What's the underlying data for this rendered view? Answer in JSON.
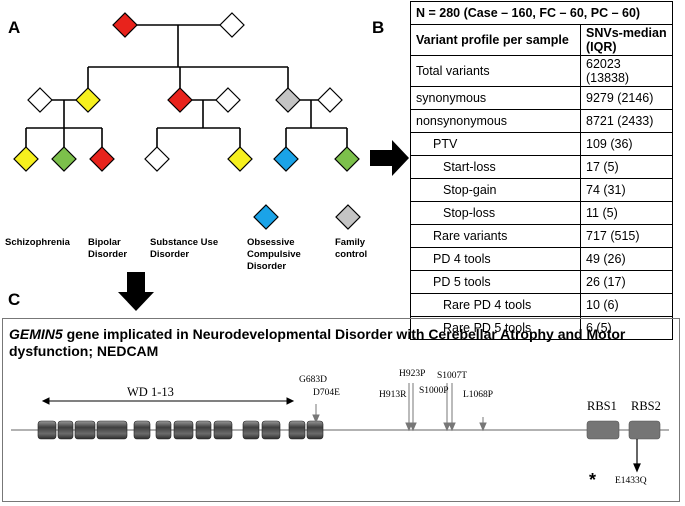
{
  "panel_a": {
    "label": "A",
    "legend": [
      {
        "id": "schizophrenia",
        "lines": [
          "Schizophrenia"
        ],
        "color": "#e8231c"
      },
      {
        "id": "bipolar",
        "lines": [
          "Bipolar",
          "Disorder"
        ],
        "color": "#f6f01e"
      },
      {
        "id": "substance",
        "lines": [
          "Substance Use",
          "Disorder"
        ],
        "color": "#7cc04b"
      },
      {
        "id": "ocd",
        "lines": [
          "Obsessive",
          "Compulsive",
          "Disorder"
        ],
        "color": "#1aa3e8"
      },
      {
        "id": "family",
        "lines": [
          "Family",
          "control"
        ],
        "color": "#c4c4c4"
      }
    ]
  },
  "panel_b": {
    "label": "B",
    "header": "N = 280 (Case – 160, FC – 60, PC – 60)",
    "col1": "Variant profile per sample",
    "col2": "SNVs-median (IQR)",
    "rows": [
      {
        "label": "Total variants",
        "value": "62023 (13838)",
        "indent": 0
      },
      {
        "label": "synonymous",
        "value": "9279 (2146)",
        "indent": 0
      },
      {
        "label": "nonsynonymous",
        "value": "8721 (2433)",
        "indent": 0
      },
      {
        "label": "PTV",
        "value": "109 (36)",
        "indent": 1
      },
      {
        "label": "Start-loss",
        "value": "17 (5)",
        "indent": 2
      },
      {
        "label": "Stop-gain",
        "value": "74 (31)",
        "indent": 2
      },
      {
        "label": "Stop-loss",
        "value": "11 (5)",
        "indent": 2
      },
      {
        "label": "Rare variants",
        "value": "717 (515)",
        "indent": 1
      },
      {
        "label": "PD 4 tools",
        "value": "49 (26)",
        "indent": 1
      },
      {
        "label": "PD 5 tools",
        "value": "26 (17)",
        "indent": 1
      },
      {
        "label": "Rare PD 4 tools",
        "value": "10 (6)",
        "indent": 2
      },
      {
        "label": "Rare PD 5 tools",
        "value": "6 (5)",
        "indent": 2
      }
    ]
  },
  "panel_c": {
    "label": "C",
    "gene": "GEMIN5",
    "title_rest": " gene implicated in Neurodevelopmental Disorder with Cerebellar  Atrophy and Motor dysfunction; NEDCAM",
    "wd_label": "WD 1-13",
    "rbs1": "RBS1",
    "rbs2": "RBS2",
    "mutations": {
      "g683d": "G683D",
      "d704e": "D704E",
      "h923p": "H923P",
      "h913r": "H913R",
      "s1007t": "S1007T",
      "s1000p": "S1000P",
      "l1068p": "L1068P",
      "e1433q": "E1433Q"
    },
    "asterisk": "*"
  }
}
